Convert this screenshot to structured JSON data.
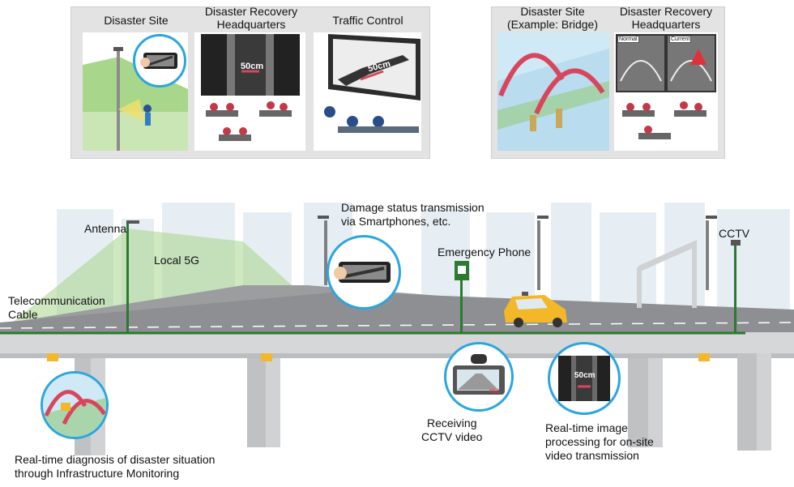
{
  "left_panel": {
    "site_label": "Disaster Site",
    "hq_label_line1": "Disaster Recovery",
    "hq_label_line2": "Headquarters",
    "traffic_label": "Traffic Control",
    "crack_width_hq": "50cm",
    "crack_width_traffic": "50cm"
  },
  "right_panel": {
    "site_label_line1": "Disaster Site",
    "site_label_line2": "(Example: Bridge)",
    "hq_label_line1": "Disaster Recovery",
    "hq_label_line2": "Headquarters",
    "normal_tag": "Normal",
    "current_tag": "Current"
  },
  "scene": {
    "antenna_label": "Antenna",
    "local5g_label": "Local 5G",
    "telecom_line1": "Telecommunication",
    "telecom_line2": "Cable",
    "damage_line1": "Damage status transmission",
    "damage_line2": "via Smartphones, etc.",
    "emergency_phone_label": "Emergency Phone",
    "cctv_label": "CCTV",
    "receiving_line1": "Receiving",
    "receiving_line2": "CCTV video",
    "realtime_line1": "Real-time image",
    "realtime_line2": "processing for on-site",
    "realtime_line3": "video transmission",
    "realtime_crack": "50cm",
    "rec_tag": "REC",
    "diagnosis_line1": "Real-time diagnosis of disaster situation",
    "diagnosis_line2": "through Infrastructure Monitoring"
  },
  "colors": {
    "accent_blue": "#2aa6df",
    "cable_green": "#2b7a30",
    "coverage_green": "#a8d68a",
    "bridge_red": "#d8455c",
    "road_gray": "#8d8f92",
    "car_yellow": "#f3b82a"
  }
}
